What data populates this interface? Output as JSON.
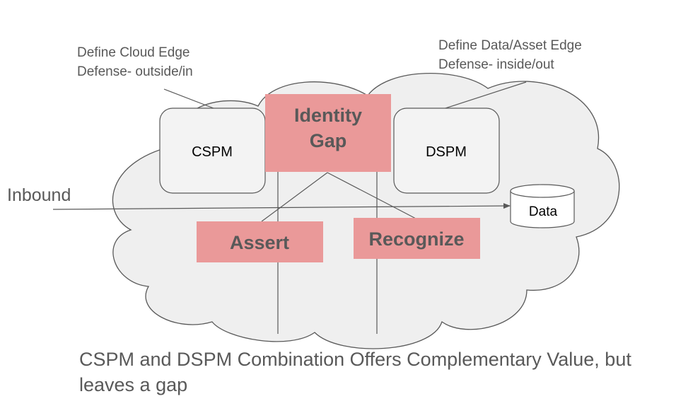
{
  "annotations": {
    "cloud_edge": [
      "Define Cloud Edge",
      "Defense- outside/in"
    ],
    "data_edge": [
      "Define Data/Asset Edge",
      "Defense- inside/out"
    ]
  },
  "nodes": {
    "cspm": "CSPM",
    "dspm": "DSPM",
    "identity_gap": [
      "Identity",
      "Gap"
    ],
    "assert": "Assert",
    "recognize": "Recognize",
    "data": "Data"
  },
  "inbound": "Inbound",
  "caption": "CSPM and DSPM Combination Offers Complementary Value, but leaves a gap",
  "colors": {
    "highlight_box": "#ea9999",
    "cloud_fill": "#efefef",
    "box_fill": "#f3f3f3",
    "stroke": "#595959",
    "text_gray": "#595959"
  }
}
